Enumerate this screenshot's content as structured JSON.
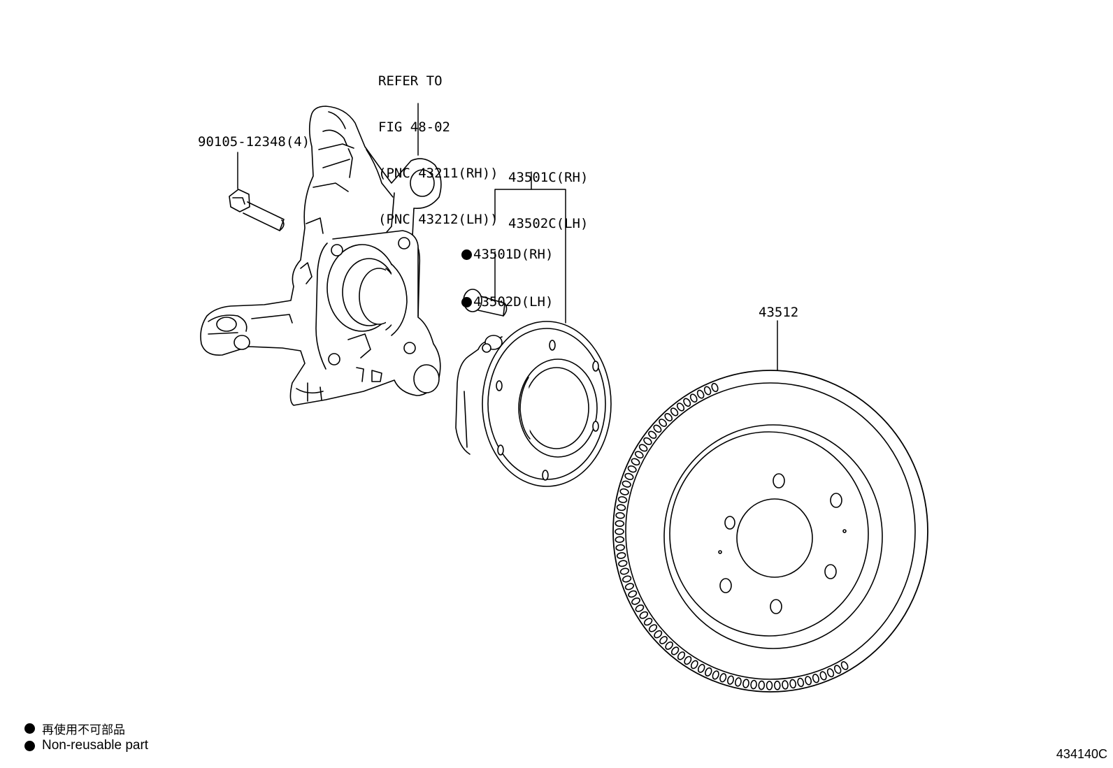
{
  "callouts": {
    "knuckle_ref": {
      "line1": "REFER TO",
      "line2": "FIG 48-02",
      "line3": "(PNC 43211(RH))",
      "line4": "(PNC 43212(LH))"
    },
    "bolt": {
      "text": "90105-12348(4)"
    },
    "hub_assembly": {
      "rh": "43501C(RH)",
      "lh": "43502C(LH)"
    },
    "hub_bolt": {
      "rh": "43501D(RH)",
      "lh": "43502D(LH)",
      "non_reusable": true
    },
    "disc": {
      "text": "43512"
    }
  },
  "legend": {
    "ja": "再使用不可部品",
    "en": "Non-reusable part"
  },
  "figure_number": "434140C"
}
